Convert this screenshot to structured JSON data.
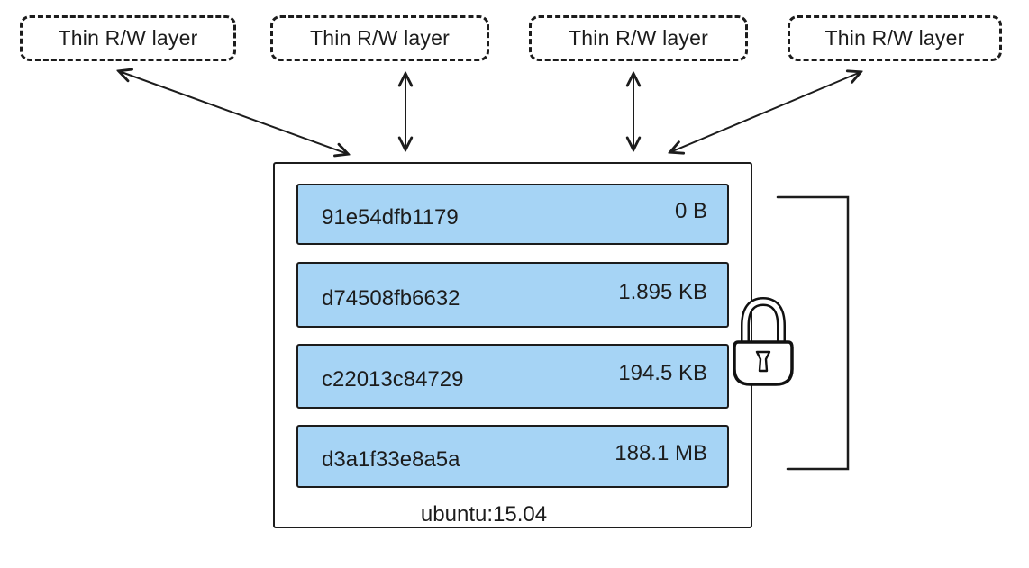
{
  "colors": {
    "layer_fill": "#a6d4f5",
    "stroke": "#1c1c1c",
    "background": "#ffffff"
  },
  "rw_boxes": [
    {
      "label": "Thin R/W layer"
    },
    {
      "label": "Thin R/W layer"
    },
    {
      "label": "Thin R/W layer"
    },
    {
      "label": "Thin R/W layer"
    }
  ],
  "image": {
    "name": "ubuntu:15.04",
    "layers": [
      {
        "id": "91e54dfb1179",
        "size": "0 B"
      },
      {
        "id": "d74508fb6632",
        "size": "1.895 KB"
      },
      {
        "id": "c22013c84729",
        "size": "194.5 KB"
      },
      {
        "id": "d3a1f33e8a5a",
        "size": "188.1 MB"
      }
    ]
  },
  "icons": {
    "lock": "lock-icon",
    "bracket": "read-only-bracket",
    "arrows": "double-headed-arrow"
  }
}
